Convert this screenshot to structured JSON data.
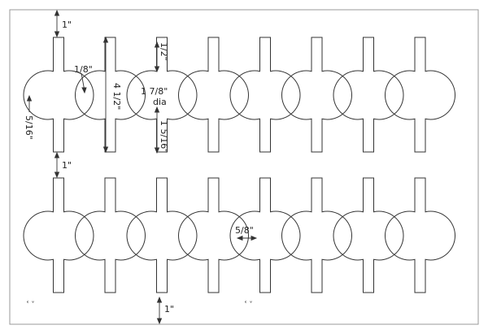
{
  "sheet": {
    "rows": [
      {
        "pieces": 8
      },
      {
        "pieces": 8
      }
    ]
  },
  "dimensions": {
    "top_margin": "1\"",
    "row_gap": "1\"",
    "bottom_margin": "1\"",
    "slit_width": "1/8\"",
    "piece_length": "4 1/2\"",
    "circle_diameter": "1 7/8\"",
    "circle_diameter_unit": "dia",
    "tab_width": "1/2\"",
    "tab_length": "1 5/16\"",
    "left_tab_length": "5/16\"",
    "circle_gap": "5/8\""
  },
  "stray_marks": [
    "˂ ˅",
    "˂ ˅"
  ],
  "colors": {
    "line": "#333333",
    "background": "#ffffff",
    "border": "#999999"
  }
}
